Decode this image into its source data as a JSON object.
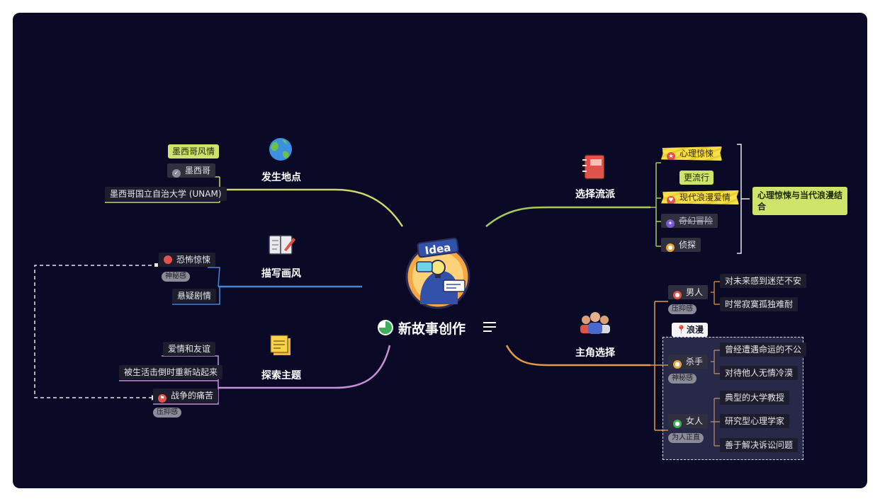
{
  "center": {
    "title": "新故事创作",
    "logo_text": "Idea"
  },
  "topics": {
    "location": "发生地点",
    "style": "描写画风",
    "theme": "探索主题",
    "genre": "选择流派",
    "protagonist": "主角选择"
  },
  "location": {
    "callout": "墨西哥风情",
    "mexico": "墨西哥",
    "unam": "墨西哥国立自治大学 (UNAM)"
  },
  "style": {
    "horror": "恐怖惊悚",
    "horror_tag": "神秘感",
    "suspense": "悬疑剧情"
  },
  "theme": {
    "love": "爱情和友谊",
    "rise": "被生活击倒时重新站起来",
    "war": "战争的痛苦",
    "war_tag": "压抑感"
  },
  "genre": {
    "psych": "心理惊悚",
    "callout": "更流行",
    "romance": "现代浪漫爱情",
    "fantasy": "奇幻冒险",
    "detective": "侦探",
    "summary": "心理惊悚与当代浪漫结合"
  },
  "protagonist": {
    "man": "男人",
    "man_tag": "压抑感",
    "man_traits": [
      "对未来感到迷茫不安",
      "时常寂寞孤独难耐"
    ],
    "romance_label": "浪漫",
    "killer": "杀手",
    "killer_tag": "神秘感",
    "killer_traits": [
      "曾经遭遇命运的不公",
      "对待他人无情冷漠"
    ],
    "woman": "女人",
    "woman_tag": "为人正直",
    "woman_traits": [
      "典型的大学教授",
      "研究型心理学家",
      "善于解决诉讼问题"
    ]
  },
  "colors": {
    "background": "#0b0a26",
    "location": "#cfd66a",
    "style": "#4a86d6",
    "theme": "#c98fd6",
    "genre": "#a7c95a",
    "protagonist": "#e29a43"
  }
}
